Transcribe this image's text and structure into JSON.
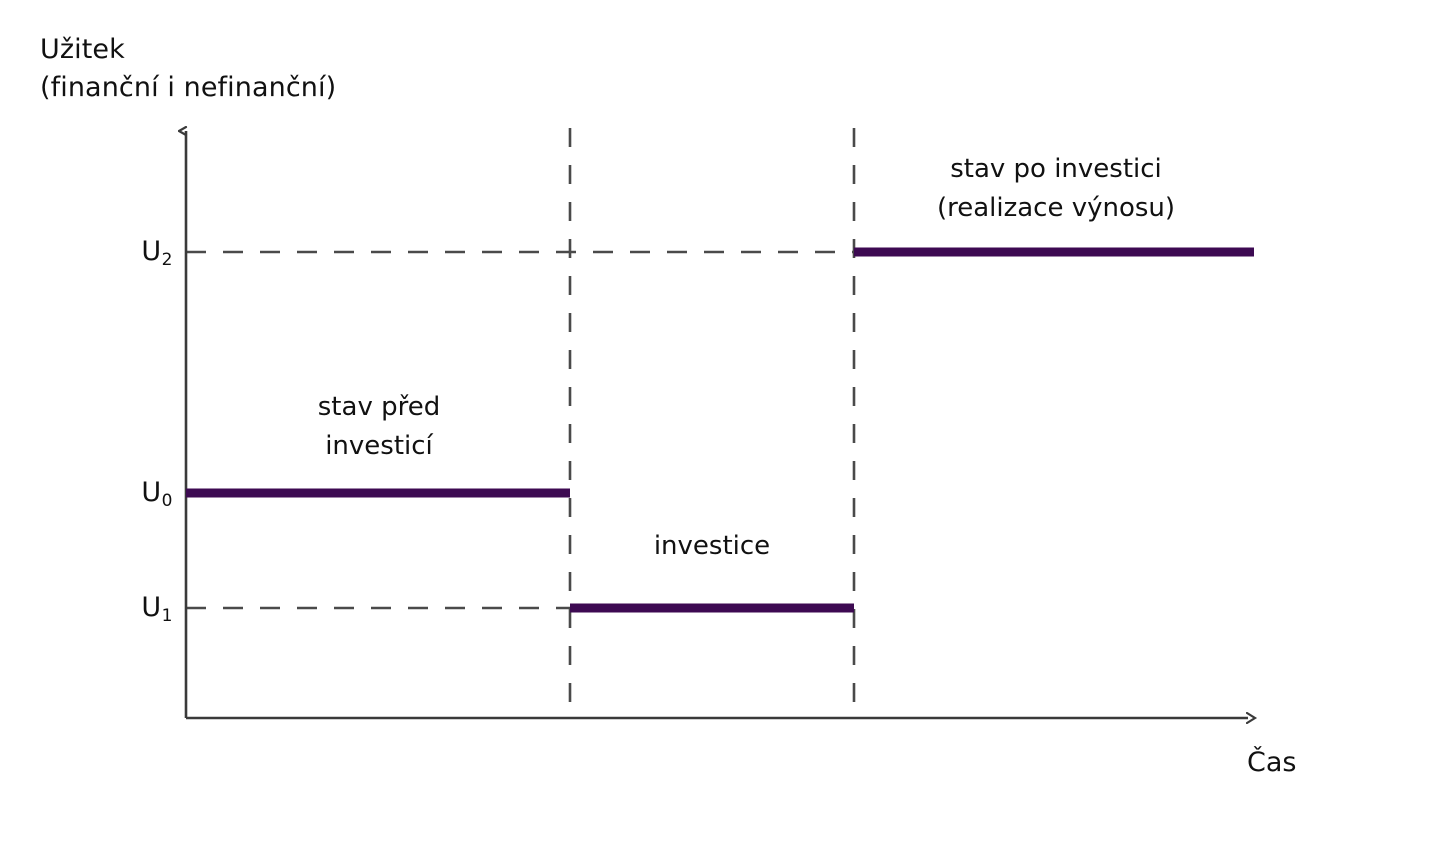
{
  "figure": {
    "y_axis_title_line1": "Užitek",
    "y_axis_title_line2": "(finanční i nefinanční)",
    "x_axis_title": "Čas",
    "accent_color": "#3d0a52",
    "axis_color": "#3a3a3a",
    "dash_color": "#4a4a4a",
    "text_color": "#111111"
  },
  "ticks": [
    {
      "name": "U2",
      "base": "U",
      "sub": "2",
      "value_y": 252
    },
    {
      "name": "U0",
      "base": "U",
      "sub": "0",
      "value_y": 493
    },
    {
      "name": "U1",
      "base": "U",
      "sub": "1",
      "value_y": 608
    }
  ],
  "annotations": [
    {
      "id": "before",
      "line1": "stav před",
      "line2": "investicí"
    },
    {
      "id": "investment",
      "line1": "investice",
      "line2": ""
    },
    {
      "id": "after",
      "line1": "stav po investici",
      "line2": "(realizace výnosu)"
    }
  ],
  "chart_data": {
    "type": "line",
    "title": "",
    "xlabel": "Čas",
    "ylabel": "Užitek (finanční i nefinanční)",
    "xlim": [
      0,
      100
    ],
    "ylim": [
      0,
      100
    ],
    "grid": false,
    "legend": "none",
    "y_tick_labels": [
      "U0",
      "U1",
      "U2"
    ],
    "y_tick_values": [
      44.0,
      18.6,
      73.5
    ],
    "x_tick_labels": [],
    "segments": [
      {
        "label": "stav před investicí",
        "level": "U0",
        "x_start": 0.0,
        "x_end": 36.0,
        "y": 44.0
      },
      {
        "label": "investice",
        "level": "U1",
        "x_start": 36.0,
        "x_end": 62.5,
        "y": 18.6
      },
      {
        "label": "stav po investici (realizace výnosu)",
        "level": "U2",
        "x_start": 62.5,
        "x_end": 100.0,
        "y": 73.5
      }
    ],
    "dividers_x": [
      36.0,
      62.5
    ],
    "reference_lines_y": [
      "U2",
      "U1"
    ],
    "notes": "Step function: utility drops from U0 to U1 during the investment phase, then rises to U2 after the investment yields a return."
  },
  "geometry": {
    "axis_x": 186,
    "axis_y": 718,
    "axis_top": 128,
    "axis_right": 1254,
    "divider1_x": 570,
    "divider2_x": 854,
    "bar_thickness": 9,
    "u2_y": 252,
    "u0_y": 493,
    "u1_y": 608
  }
}
